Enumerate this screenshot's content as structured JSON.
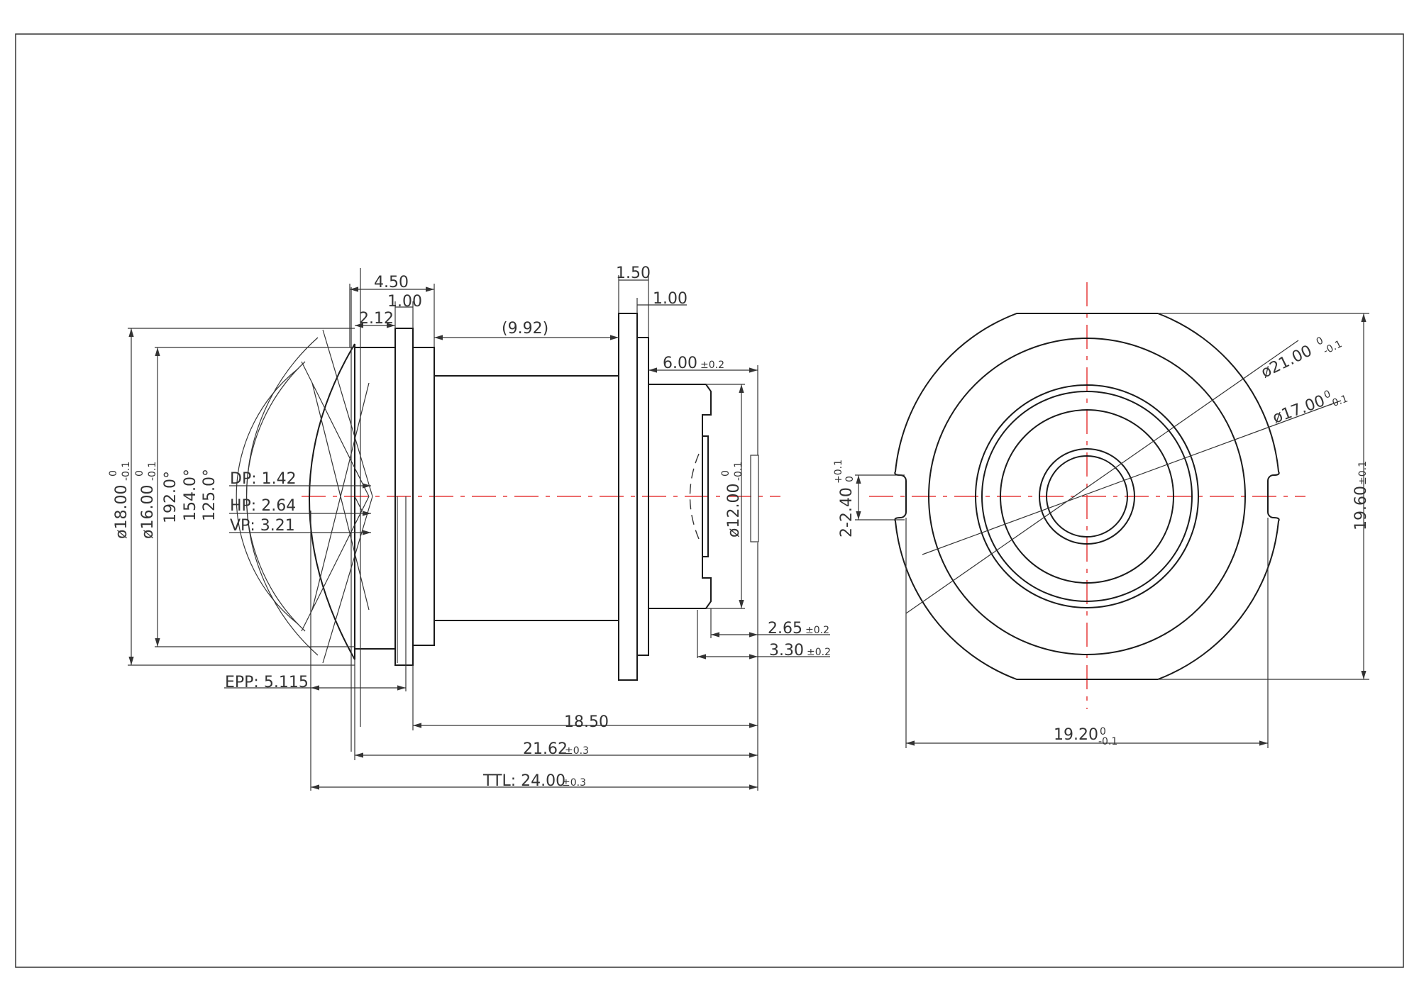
{
  "side_view": {
    "dims": {
      "d_4_50": "4.50",
      "d_1_00_a": "1.00",
      "d_2_12": "2.12",
      "d_9_92": "(9.92)",
      "d_1_50": "1.50",
      "d_1_00_b": "1.00",
      "d_6_00": "6.00",
      "d_6_00_tol": "±0.2",
      "phi_18": "ø18.00",
      "phi_18_tol_up": "0",
      "phi_18_tol_low": "-0.1",
      "phi_16": "ø16.00",
      "phi_16_tol_up": "0",
      "phi_16_tol_low": "-0.1",
      "fov_192": "192.0°",
      "fov_154": "154.0°",
      "fov_125": "125.0°",
      "dp": "DP: 1.42",
      "hp": "HP: 2.64",
      "vp": "VP: 3.21",
      "phi_12": "ø12.00",
      "phi_12_tol_up": "0",
      "phi_12_tol_low": "-0.1",
      "d_2_65": "2.65",
      "d_2_65_tol": "±0.2",
      "d_3_30": "3.30",
      "d_3_30_tol": "±0.2",
      "epp": "EPP: 5.115",
      "d_18_50": "18.50",
      "d_21_62": "21.62",
      "d_21_62_tol": "±0.3",
      "ttl": "TTL: 24.00",
      "ttl_tol": "±0.3"
    }
  },
  "front_view": {
    "dims": {
      "phi_21": "ø21.00",
      "phi_21_tol_up": "0",
      "phi_21_tol_low": "-0.1",
      "phi_17": "ø17.00",
      "phi_17_tol_up": "0",
      "phi_17_tol_low": "-0.1",
      "slot": "2-2.40",
      "slot_tol_up": "+0.1",
      "slot_tol_low": "0",
      "h_19_60": "19.60",
      "h_19_60_tol": "±0.1",
      "w_19_20": "19.20",
      "w_19_20_tol_up": "0",
      "w_19_20_tol_low": "-0.1"
    }
  },
  "colors": {
    "line": "#1a1a1a",
    "centerline": "#e53b3b",
    "text": "#333333"
  }
}
